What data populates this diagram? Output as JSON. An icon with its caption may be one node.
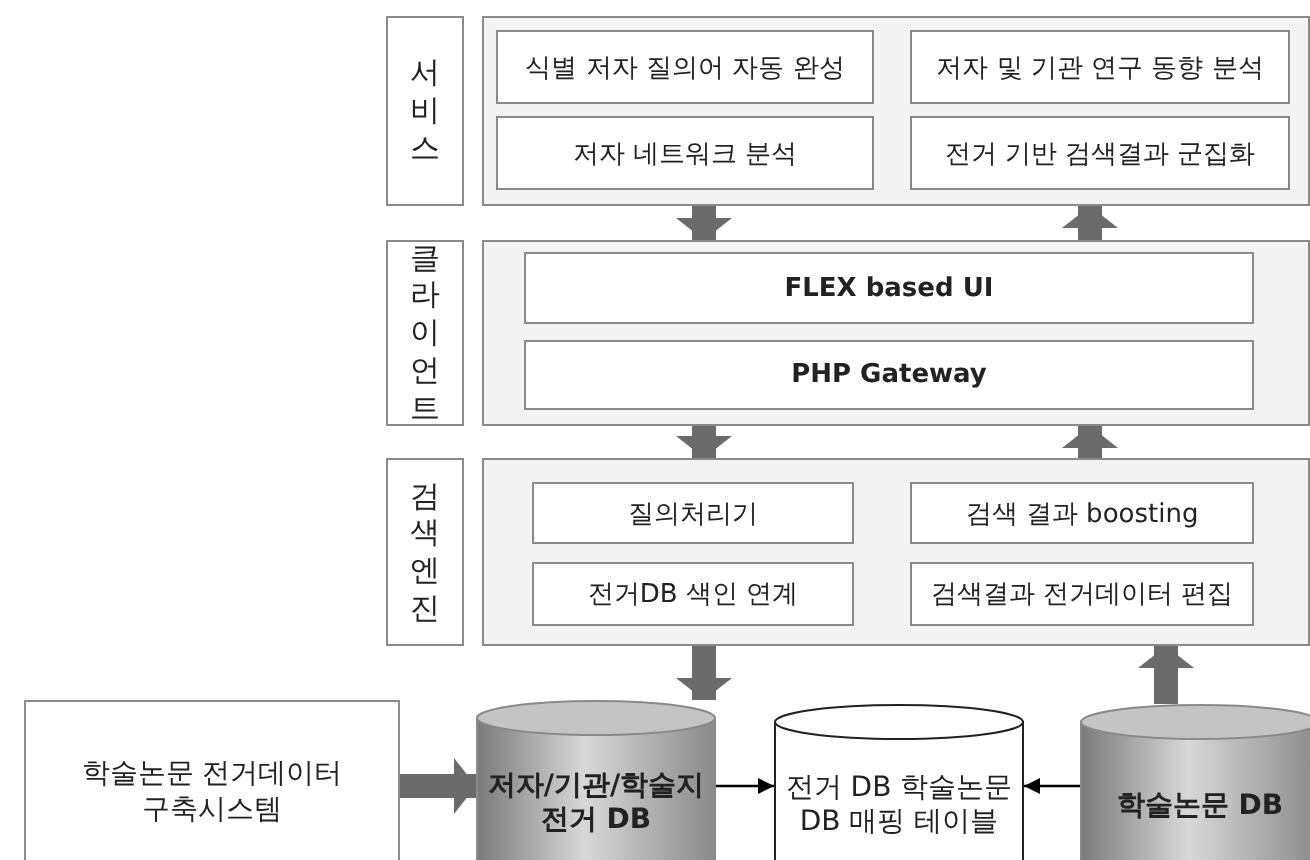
{
  "diagram": {
    "nodes": [
      {
        "text": [
          "서비스"
        ]
      },
      {
        "text": [],
        "shape": "box"
      },
      {
        "text": [
          "식별 저자 질의어 자동 완성"
        ],
        "in": 1
      },
      {
        "text": [
          "저자 및 기관 연구 동향 분석"
        ],
        "in": 1
      },
      {
        "text": [
          "저자 네트워크 분석"
        ],
        "in": 1
      },
      {
        "text": [
          "전거 기반 검색결과 군집화"
        ],
        "in": 1
      },
      {
        "text": [
          "클라이언트"
        ]
      },
      {
        "text": [],
        "shape": "box"
      },
      {
        "text": [
          "FLEX based UI"
        ],
        "in": 7
      },
      {
        "text": [
          "PHP Gateway"
        ],
        "in": 7
      },
      {
        "text": [
          "검색엔진"
        ]
      },
      {
        "text": [],
        "shape": "box"
      },
      {
        "text": [
          "질의처리기"
        ],
        "in": 11
      },
      {
        "text": [
          "검색 결과 boosting"
        ],
        "in": 11
      },
      {
        "text": [
          "전거DB 색인 연계"
        ],
        "in": 11
      },
      {
        "text": [
          "검색결과 전거데이터 편집"
        ],
        "in": 11
      },
      {
        "text": [
          "학술논문 전거데이터 구축시스템"
        ]
      },
      {
        "text": [
          "저자/기관/학술지 전거 DB"
        ]
      },
      {
        "text": [
          "전거 DB 학술논문DB 매핑 테이블"
        ]
      },
      {
        "text": [
          "학술논문 DB"
        ]
      }
    ],
    "edges": [
      {
        "from": 1,
        "to": 7,
        "arrow": "to"
      },
      {
        "from": 7,
        "to": 1,
        "arrow": "to"
      },
      {
        "from": 7,
        "to": 11,
        "arrow": "to"
      },
      {
        "from": 11,
        "to": 7,
        "arrow": "to"
      },
      {
        "from": 11,
        "to": 17,
        "arrow": "to"
      },
      {
        "from": 19,
        "to": 11,
        "arrow": "to"
      },
      {
        "from": 16,
        "to": 17,
        "arrow": "to"
      },
      {
        "from": 17,
        "to": 18,
        "arrow": "to",
        "color": "#000000"
      },
      {
        "from": 19,
        "to": 18,
        "arrow": "to",
        "color": "#000000"
      }
    ]
  }
}
